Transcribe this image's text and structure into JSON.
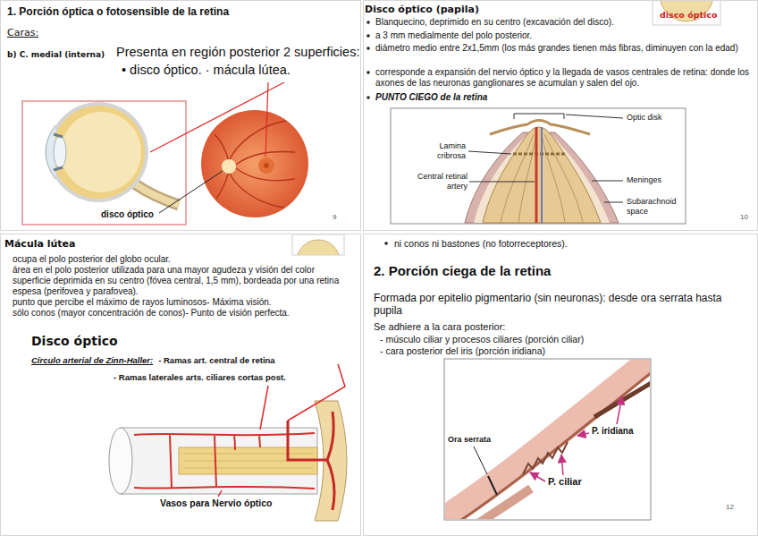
{
  "diagram": {
    "nodes": [
      {
        "text": [
          "1. Porción óptica o fotosensible de la retina",
          "Caras:",
          "b) C. medial (interna)",
          "Presenta en región posterior 2 superficies:",
          "• disco óptico. · mácula lútea.",
          "disco óptico",
          "9"
        ]
      },
      {
        "text": [
          "Disco óptico (papila)",
          "disco óptico",
          "Blanquecino, deprimido en su centro (excavación del disco).",
          "a 3 mm medialmente del polo posterior.",
          "diámetro medio entre 2x1,5mm (los más grandes tienen más fibras, diminuyen con la edad)",
          "corresponde a expansión del nervio óptico y la llegada de vasos centrales de retina: donde los axones de las neuronas ganglionares se acumulan y salen del ojo.",
          "PUNTO CIEGO de la retina",
          "Optic disk",
          "Lamina cribrosa",
          "Central retinal artery",
          "Meninges",
          "Subarachnoid space",
          "10"
        ]
      },
      {
        "text": [
          "Mácula lútea",
          "ocupa el polo posterior del globo ocular.",
          "área en el polo posterior utilizada para una mayor agudeza y visión del color",
          "superficie deprimida en su centro (fóvea central, 1,5 mm), bordeada por una retina espesa (perifovea y parafovea).",
          "punto que percibe el máximo de rayos luminosos- Máxima visión.",
          "sólo conos (mayor concentración de conos)- Punto de visión perfecta.",
          "Disco óptico",
          "Círculo arterial de Zinn-Haller:",
          "- Ramas art. central de retina",
          "- Ramas laterales arts. ciliares cortas post.",
          "Vasos para Nervio óptico"
        ]
      },
      {
        "text": [
          "ni conos ni bastones (no fotorreceptores).",
          "2. Porción ciega de la retina",
          "Formada por epitelio pigmentario (sin neuronas): desde ora serrata hasta pupila",
          "Se adhiere a la cara posterior:",
          "- músculo ciliar y procesos ciliares (porción ciliar)",
          "- cara posterior del iris (porción iridiana)",
          "Ora serrata",
          "P. iridiana",
          "P. ciliar",
          "12"
        ]
      }
    ]
  }
}
